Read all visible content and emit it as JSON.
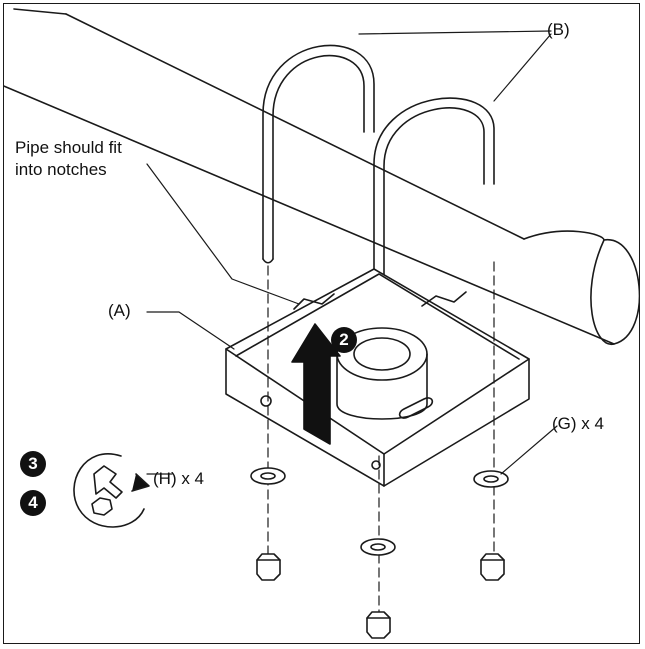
{
  "labels": {
    "B": "(B)",
    "A": "(A)",
    "G": "(G) x 4",
    "H": "(H) x 4"
  },
  "note_lines": [
    "Pipe should fit",
    "into notches"
  ],
  "steps": {
    "step2": "2",
    "step3": "3",
    "step4": "4"
  }
}
